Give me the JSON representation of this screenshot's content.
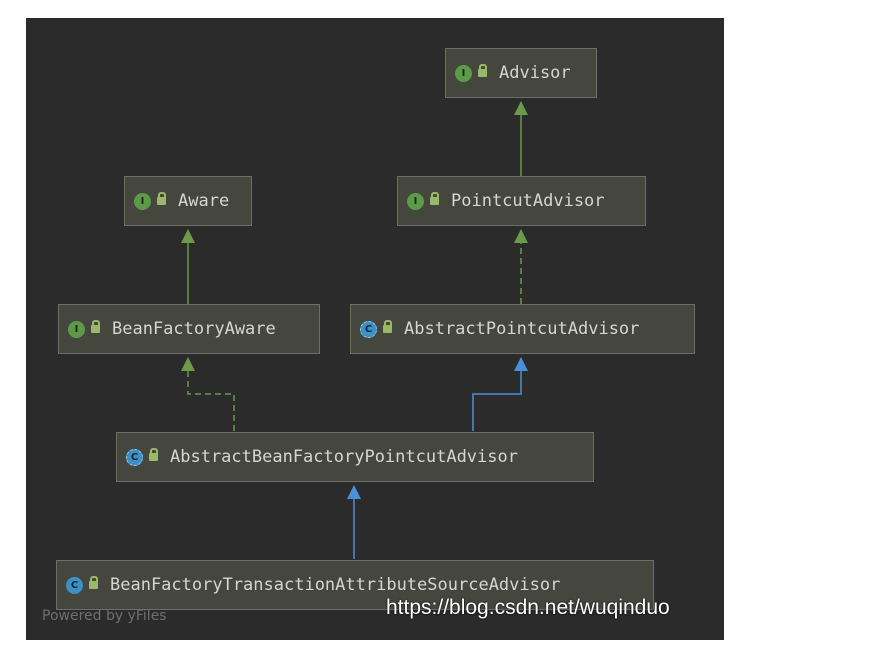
{
  "nodes": [
    {
      "id": "advisor",
      "kind": "interface",
      "badge": "I",
      "label": "Advisor"
    },
    {
      "id": "aware",
      "kind": "interface",
      "badge": "I",
      "label": "Aware"
    },
    {
      "id": "pointcut-advisor",
      "kind": "interface",
      "badge": "I",
      "label": "PointcutAdvisor"
    },
    {
      "id": "bean-factory-aware",
      "kind": "interface",
      "badge": "I",
      "label": "BeanFactoryAware"
    },
    {
      "id": "abstract-pointcut-advisor",
      "kind": "abstract",
      "badge": "C",
      "label": "AbstractPointcutAdvisor"
    },
    {
      "id": "abstract-bean-factory-pointcut-advisor",
      "kind": "abstract",
      "badge": "C",
      "label": "AbstractBeanFactoryPointcutAdvisor"
    },
    {
      "id": "bean-factory-transaction-attribute-source-advisor",
      "kind": "class",
      "badge": "C",
      "label": "BeanFactoryTransactionAttributeSourceAdvisor"
    }
  ],
  "edges": [
    {
      "from": "pointcut-advisor",
      "to": "advisor",
      "type": "extends-interface"
    },
    {
      "from": "bean-factory-aware",
      "to": "aware",
      "type": "extends-interface"
    },
    {
      "from": "abstract-pointcut-advisor",
      "to": "pointcut-advisor",
      "type": "implements"
    },
    {
      "from": "abstract-bean-factory-pointcut-advisor",
      "to": "bean-factory-aware",
      "type": "implements"
    },
    {
      "from": "abstract-bean-factory-pointcut-advisor",
      "to": "abstract-pointcut-advisor",
      "type": "extends-class"
    },
    {
      "from": "bean-factory-transaction-attribute-source-advisor",
      "to": "abstract-bean-factory-pointcut-advisor",
      "type": "extends-class"
    }
  ],
  "footer": {
    "powered_by": "Powered by yFiles",
    "watermark": "https://blog.csdn.net/wuqinduo"
  },
  "colors": {
    "background": "#2b2b2b",
    "node_fill": "#45473f",
    "interface_edge": "#6a9a4a",
    "class_edge": "#4a90d9"
  }
}
